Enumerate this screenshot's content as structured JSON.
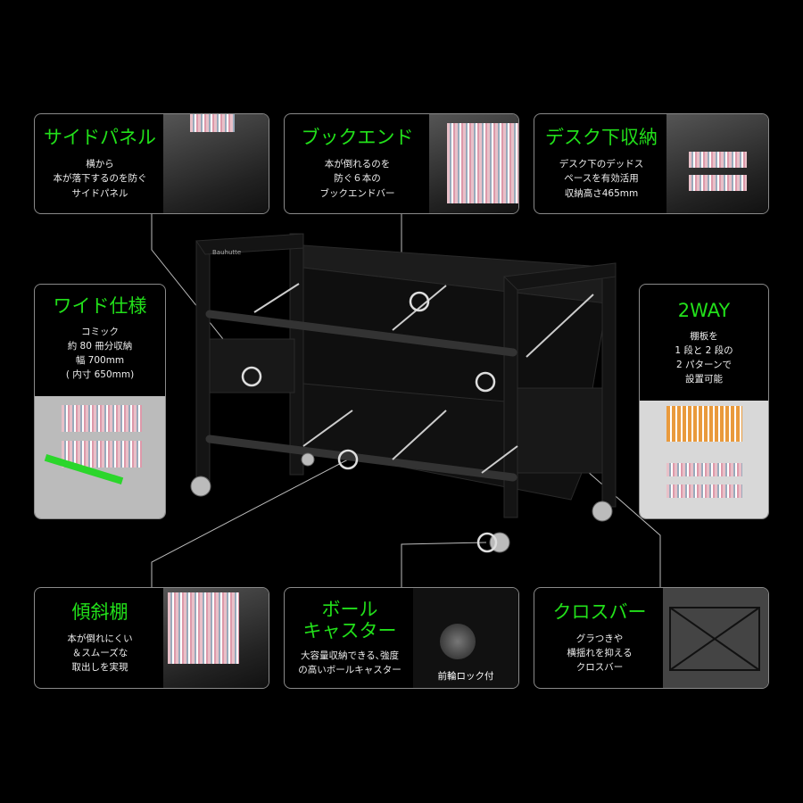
{
  "accent_color": "#22e01a",
  "features": {
    "side_panel": {
      "title": "サイドパネル",
      "desc": [
        "横から",
        "本が落下するのを防ぐ",
        "サイドパネル"
      ]
    },
    "bookend": {
      "title": "ブックエンド",
      "desc": [
        "本が倒れるのを",
        "防ぐ６本の",
        "ブックエンドバー"
      ]
    },
    "under_desk": {
      "title": "デスク下収納",
      "desc": [
        "デスク下のデッドス",
        "ペースを有効活用",
        "収納高さ465mm"
      ]
    },
    "wide": {
      "title": "ワイド仕様",
      "desc": [
        "コミック",
        "約 80 冊分収納",
        "幅 700mm",
        "( 内寸 650mm)"
      ]
    },
    "two_way": {
      "title": "2WAY",
      "desc": [
        "棚板を",
        "1 段と 2 段の",
        "2 パターンで",
        "設置可能"
      ]
    },
    "slanted": {
      "title": "傾斜棚",
      "desc": [
        "本が倒れにくい",
        "＆スムーズな",
        "取出しを実現"
      ]
    },
    "caster": {
      "title_lines": [
        "ボール",
        "キャスター"
      ],
      "desc": [
        "大容量収納できる､強度",
        "の高いボールキャスター"
      ],
      "photo_caption": "前輪ロック付"
    },
    "crossbar": {
      "title": "クロスバー",
      "desc": [
        "グラつきや",
        "横揺れを抑える",
        "クロスバー"
      ]
    }
  },
  "product_logo": "Bauhutte"
}
